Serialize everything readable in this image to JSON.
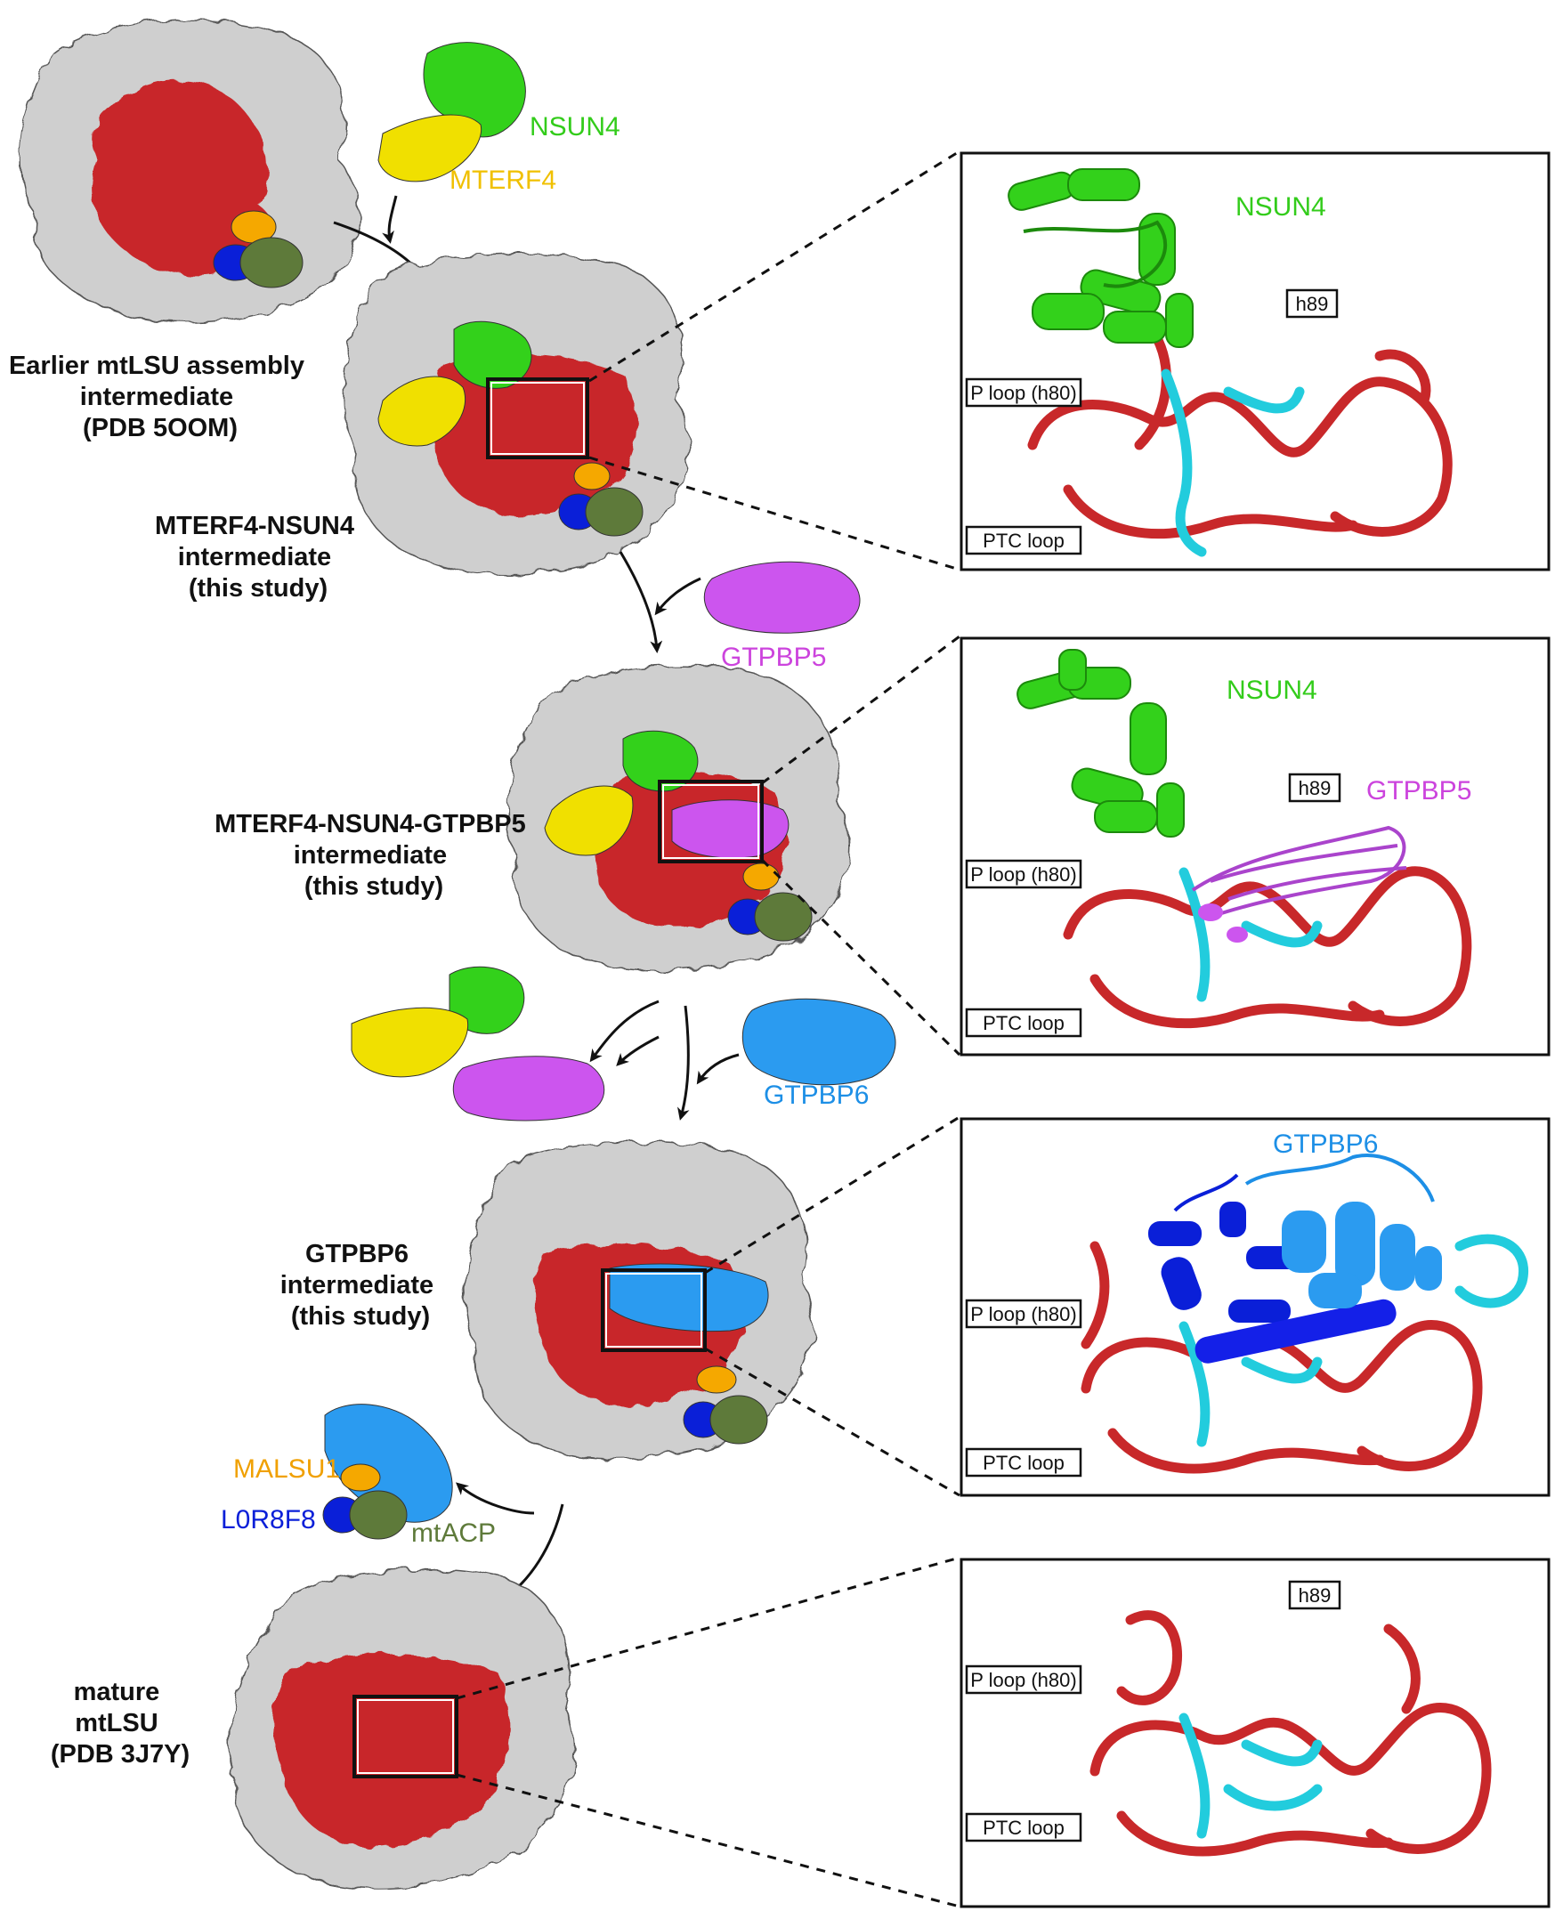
{
  "stages": [
    {
      "id": "earlier",
      "lines": [
        "Earlier mtLSU assembly",
        "intermediate",
        "(PDB 5OOM)"
      ]
    },
    {
      "id": "mterf4-nsun4",
      "lines": [
        "MTERF4-NSUN4",
        "intermediate",
        "(this study)"
      ]
    },
    {
      "id": "mterf4-nsun4-gtpbp5",
      "lines": [
        "MTERF4-NSUN4-GTPBP5",
        "intermediate",
        "(this study)"
      ]
    },
    {
      "id": "gtpbp6",
      "lines": [
        "GTPBP6",
        "intermediate",
        "(this study)"
      ]
    },
    {
      "id": "mature",
      "lines": [
        "mature",
        "mtLSU",
        "(PDB 3J7Y)"
      ]
    }
  ],
  "proteins": {
    "nsun4": "NSUN4",
    "mterf4": "MTERF4",
    "gtpbp5": "GTPBP5",
    "gtpbp6": "GTPBP6",
    "malsu1": "MALSU1",
    "l0r8f8": "L0R8F8",
    "mtacp": "mtACP"
  },
  "box_labels": {
    "p_loop": "P loop (h80)",
    "ptc_loop": "PTC loop",
    "h89": "h89"
  },
  "colors": {
    "rrna": "#c8282a",
    "surface": "#cfcfcf",
    "nsun4": "#33d11b",
    "mterf4": "#f0e000",
    "gtpbp5": "#cc55ee",
    "gtpbp6": "#2b9bf0",
    "malsu1": "#f5a800",
    "l0r8f8": "#0a1fd8",
    "mtacp": "#5e7a3a",
    "ptc": "#22ccdd",
    "label_mterf4": "#f0c000",
    "label_nsun4": "#33cc1b",
    "label_gtpbp5": "#cc44dd",
    "label_gtpbp6": "#1d8fe6",
    "label_malsu1": "#f0a000",
    "label_l0r8f8": "#0a1fd8",
    "label_mtacp": "#5e7a3a"
  }
}
